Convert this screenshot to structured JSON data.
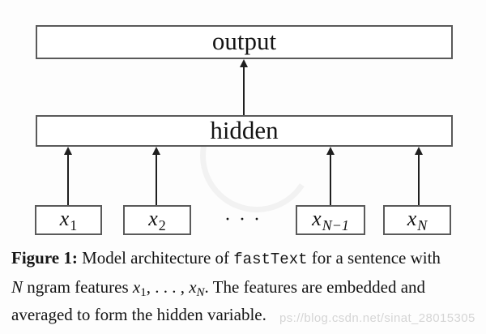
{
  "figure": {
    "diagram": {
      "output_label": "output",
      "hidden_label": "hidden",
      "inputs": [
        {
          "base": "x",
          "sub": "1"
        },
        {
          "base": "x",
          "sub": "2"
        },
        {
          "base": "x",
          "sub": "N−1"
        },
        {
          "base": "x",
          "sub": "N"
        }
      ],
      "ellipsis": "· · ·"
    },
    "caption": {
      "label": "Figure 1:",
      "s1": " Model architecture of ",
      "code": "fastText",
      "s2": " for a sentence with",
      "n": "N",
      "s3": " ngram features ",
      "x1_base": "x",
      "x1_sub": "1",
      "s4": ", . . . , ",
      "xn_base": "x",
      "xn_sub": "N",
      "s5": ". The features are embedded and",
      "line3": "averaged to form the hidden variable."
    },
    "watermark_text": "ps://blog.csdn.net/sinat_28015305"
  },
  "colors": {
    "bg": "#fdfdfd",
    "box-border": "#5a5a5a",
    "arrow": "#1f1f1f",
    "text": "#141414",
    "watermark": "#d5d5d5"
  }
}
